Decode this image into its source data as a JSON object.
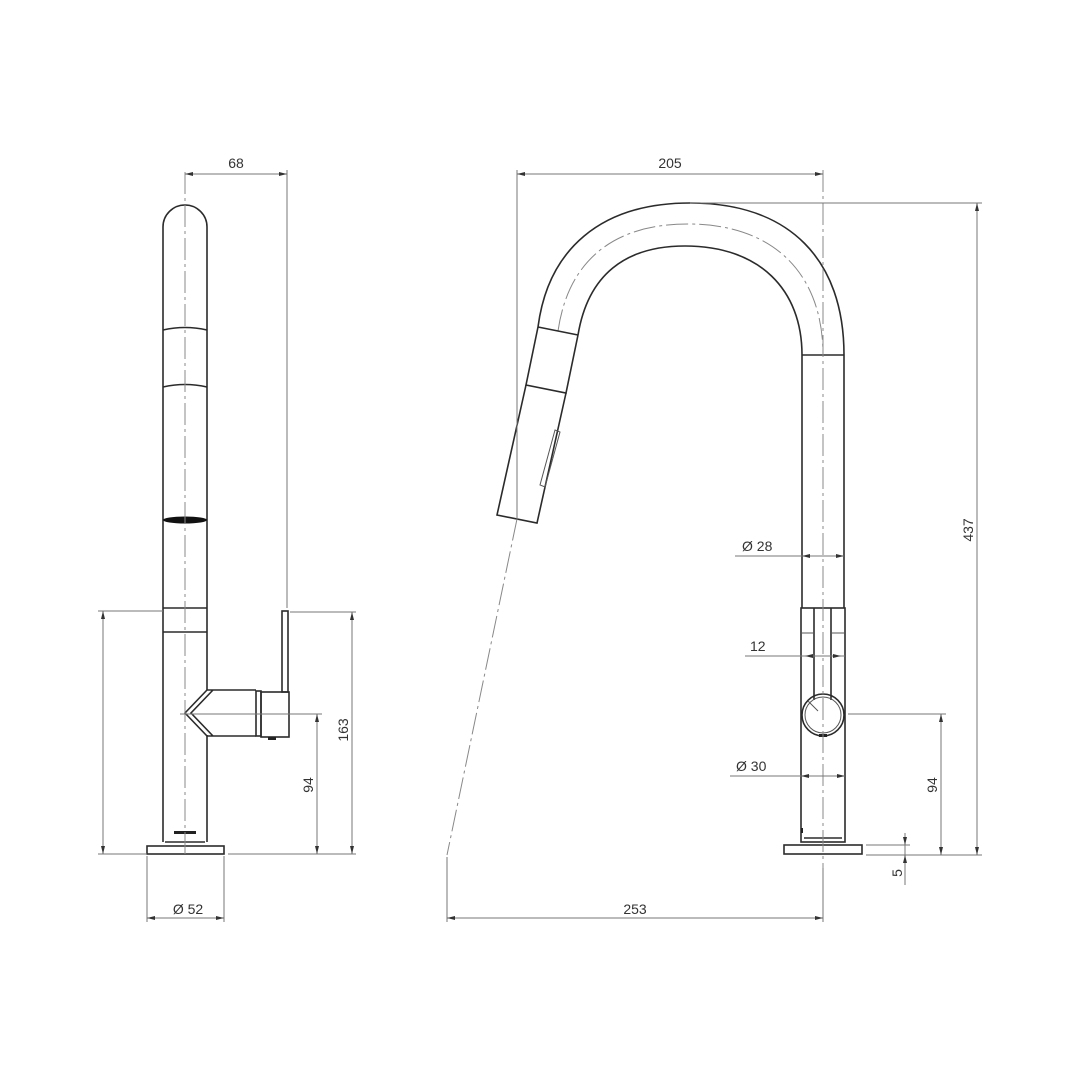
{
  "drawing": {
    "type": "technical-dimension-drawing",
    "subject": "pull-down kitchen mixer tap",
    "side_view": {
      "dimensions": {
        "spout_offset": "68",
        "lever_height": "163",
        "handle_height": "94",
        "base_diameter": "Ø 52"
      }
    },
    "front_view": {
      "dimensions": {
        "spout_reach_top": "205",
        "overall_height": "437",
        "spout_diameter": "Ø 28",
        "lever_width": "12",
        "body_diameter": "Ø 30",
        "handle_height": "94",
        "base_thickness": "5",
        "spray_reach": "253"
      }
    },
    "colors": {
      "line": "#2b2b2b",
      "dimension": "#777777",
      "background": "#ffffff"
    }
  }
}
